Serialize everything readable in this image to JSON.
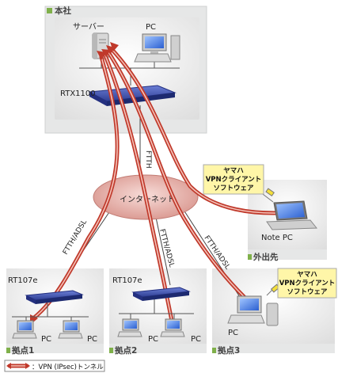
{
  "sites": {
    "hq": "本社",
    "outside": "外出先",
    "branch1": "拠点1",
    "branch2": "拠点2",
    "branch3": "拠点3"
  },
  "devices": {
    "server": "サーバー",
    "hq_pc": "PC",
    "router_hq": "RTX1100",
    "router_b1": "RT107e",
    "router_b2": "RT107e",
    "internet": "インターネット",
    "note_pc": "Note PC",
    "b1_pc1": "PC",
    "b1_pc2": "PC",
    "b2_pc1": "PC",
    "b2_pc2": "PC",
    "b3_pc": "PC"
  },
  "links": {
    "hq": "FTTH",
    "b1": "FTTH/ADSL",
    "b2": "FTTH/ADSL",
    "b3": "FTTH/ADSL"
  },
  "callouts": {
    "remote_line1": "ヤマハ",
    "remote_line2": "VPNクライアント",
    "remote_line3": "ソフトウェア",
    "b3_line1": "ヤマハ",
    "b3_line2": "VPNクライアント",
    "b3_line3": "ソフトウェア"
  },
  "legend": {
    "text": "：VPN (IPsec)トンネル"
  },
  "colors": {
    "tunnel": "#c0392b",
    "site_bg": "#e9eaea",
    "site_marker": "#7fb04a",
    "router": "#3b4ea8",
    "callout_bg": "#fff6a8",
    "internet": "#e8b9b4"
  }
}
